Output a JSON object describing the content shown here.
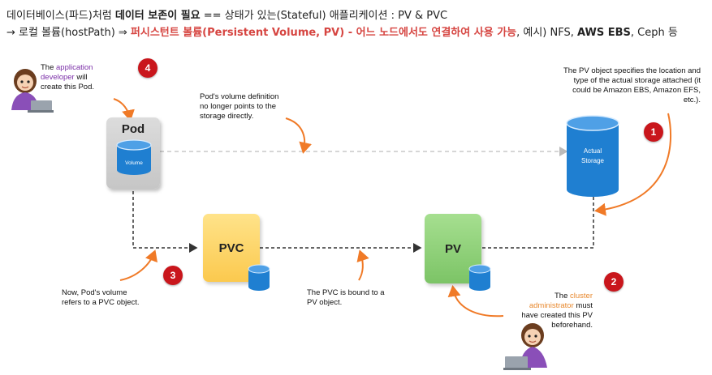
{
  "header": {
    "line1": {
      "part1": "데이터베이스(파드)처럼 ",
      "bold": "데이터 보존이 필요",
      "part2": " == 상태가 있는(Stateful) 애플리케이션 : PV & PVC"
    },
    "line2": {
      "part1": "→ 로컬 볼륨(hostPath) ⇒ ",
      "highlight": "퍼시스턴트 볼륨(Persistent Volume, PV) - 어느 노드에서도 연결하여 사용 가능",
      "part2": ", 예시) NFS, ",
      "bold": "AWS EBS",
      "part3": ", Ceph 등"
    }
  },
  "diagram": {
    "pod": {
      "label": "Pod",
      "volume_label": "Volume"
    },
    "pvc": {
      "label": "PVC"
    },
    "pv": {
      "label": "PV"
    },
    "storage": {
      "label_line1": "Actual",
      "label_line2": "Storage"
    },
    "badges": [
      "1",
      "2",
      "3",
      "4"
    ],
    "notes": {
      "app_dev": {
        "before": "The ",
        "highlight": "application developer",
        "after": " will create this Pod."
      },
      "pod_volume": "Pod's volume definition no longer points to the storage directly.",
      "pv_object": "The PV object specifies the location and type of the actual storage attached (it could be Amazon EBS, Amazon EFS, etc.).",
      "pvc_ref": "Now, Pod's volume refers to a PVC object.",
      "pvc_bound": "The PVC is bound to a PV object.",
      "cluster_admin": {
        "before": "The ",
        "highlight": "cluster administrator",
        "after": " must have created this PV beforehand."
      }
    },
    "colors": {
      "pod": "#d5d5d5",
      "pvc": "#ffd966",
      "pv": "#8fd17a",
      "cylinder": "#1f7fd1",
      "badge": "#c9161c",
      "arrow": "#f07a27"
    }
  }
}
